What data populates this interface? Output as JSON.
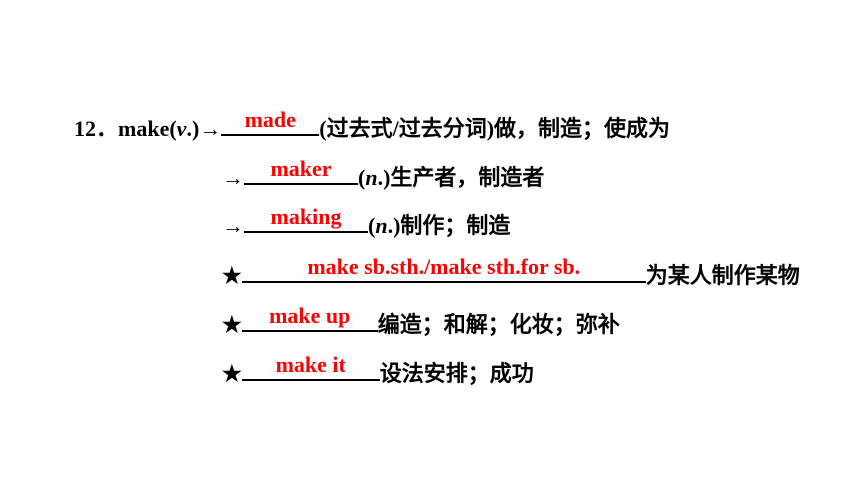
{
  "item": {
    "number": "12．",
    "word": "make(",
    "pos": "v",
    "pos_close": ".)",
    "arrow": "→",
    "answer": "made",
    "rest": "(过去式/过去分词)做，制造；使成为"
  },
  "rows": [
    {
      "marker": "→",
      "answer": "maker",
      "pos_open": "(",
      "pos": "n",
      "pos_close": ".)",
      "meaning": "生产者，制造者"
    },
    {
      "marker": "→",
      "answer": "making",
      "pos_open": "(",
      "pos": "n",
      "pos_close": ".)",
      "meaning": "制作；制造"
    },
    {
      "marker": "★",
      "answer": "make sb.sth./make sth.for sb.",
      "meaning": "为某人制作某物"
    },
    {
      "marker": "★",
      "answer": "make up",
      "meaning": "编造；和解；化妆；弥补"
    },
    {
      "marker": "★",
      "answer": "make it",
      "meaning": "设法安排；成功"
    }
  ],
  "colors": {
    "answer": "#ff0000",
    "text": "#000000",
    "background": "#ffffff"
  }
}
